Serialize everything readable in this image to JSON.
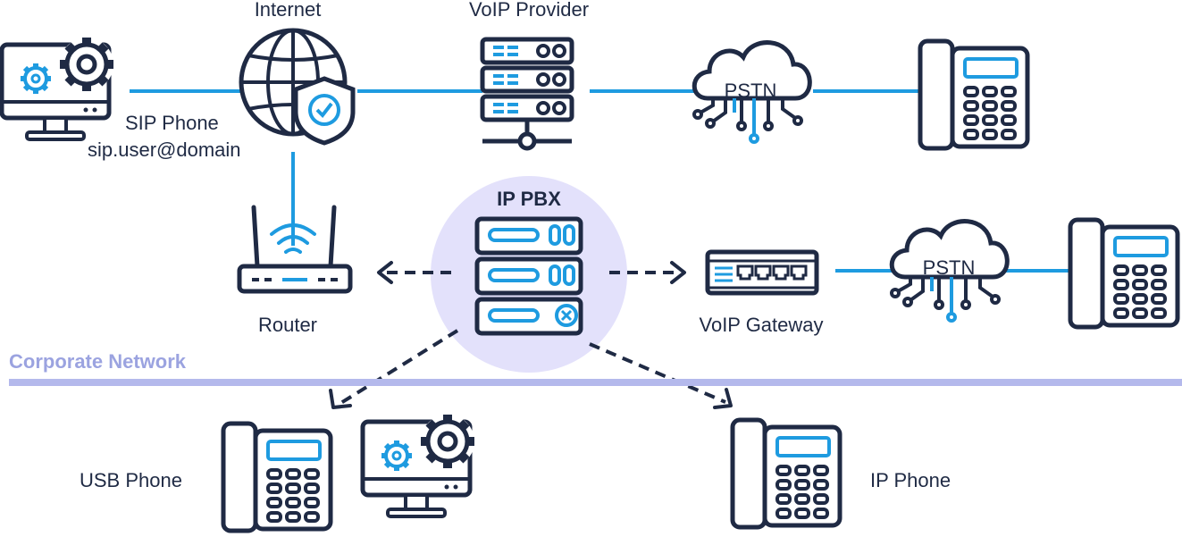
{
  "labels": {
    "internet": "Internet",
    "voip_provider": "VoIP Provider",
    "sip_phone": "SIP Phone",
    "sip_address": "sip.user@domain",
    "ip_pbx": "IP PBX",
    "router": "Router",
    "voip_gateway": "VoIP Gateway",
    "corporate_network": "Corporate Network",
    "usb_phone": "USB Phone",
    "ip_phone": "IP Phone",
    "pstn_top": "PSTN",
    "pstn_bottom": "PSTN"
  },
  "colors": {
    "navy": "#1f2a44",
    "accent_blue": "#1e9be0",
    "pbx_circle": "#e3e1fb",
    "network_band": "#b4b9ec",
    "network_text": "#9ba3e0"
  },
  "icons": [
    "monitor-gear-icon",
    "globe-shield-icon",
    "server-icon",
    "cloud-network-icon",
    "desk-phone-icon",
    "router-wifi-icon",
    "pbx-server-icon",
    "gateway-icon"
  ]
}
